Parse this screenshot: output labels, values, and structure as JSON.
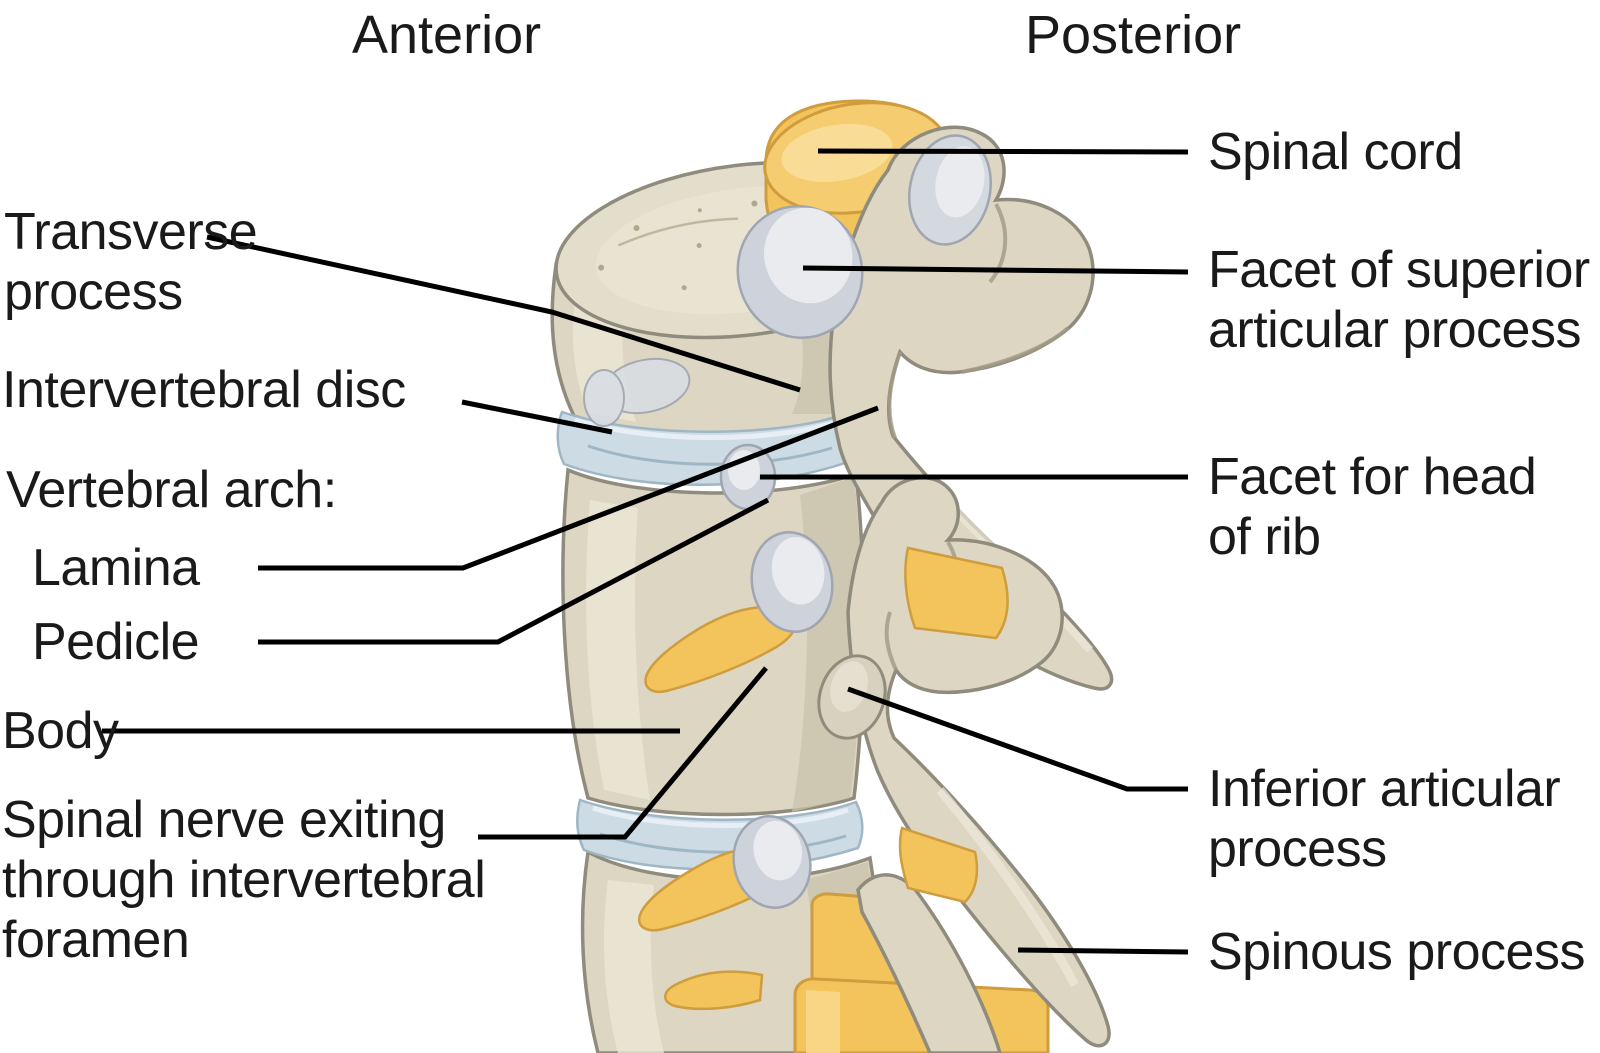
{
  "orientation": {
    "anterior": "Anterior",
    "posterior": "Posterior"
  },
  "labels": {
    "transverse_process": {
      "line1": "Transverse",
      "line2": "process"
    },
    "intervertebral_disc": {
      "line1": "Intervertebral disc"
    },
    "vertebral_arch": {
      "line1": "Vertebral arch:"
    },
    "lamina": {
      "line1": "Lamina"
    },
    "pedicle": {
      "line1": "Pedicle"
    },
    "body": {
      "line1": "Body"
    },
    "spinal_nerve": {
      "line1": "Spinal nerve exiting",
      "line2": "through intervertebral",
      "line3": "foramen"
    },
    "spinal_cord": {
      "line1": "Spinal cord"
    },
    "facet_superior": {
      "line1": "Facet of superior",
      "line2": "articular process"
    },
    "facet_rib": {
      "line1": "Facet for head",
      "line2": "of rib"
    },
    "inferior_articular": {
      "line1": "Inferior articular",
      "line2": "process"
    },
    "spinous_process": {
      "line1": "Spinous process"
    }
  },
  "colors": {
    "background": "#ffffff",
    "text": "#1a1a1a",
    "leader": "#000000",
    "bone": "#dcd6c3",
    "bone-light": "#ece6d6",
    "bone-shade": "#c9c2ac",
    "bone-outline": "#8f8b7d",
    "disc": "#cddbe5",
    "disc-line": "#9fb6c4",
    "disc-light": "#e8eff4",
    "cord": "#f3c35c",
    "cord-light": "#f8d88a",
    "cord-shade": "#e2a93f",
    "cord-outline": "#cf9c3e",
    "facet": "#cdd2db",
    "facet-light": "#e9ebef",
    "facet-outline": "#9fa5b1"
  }
}
